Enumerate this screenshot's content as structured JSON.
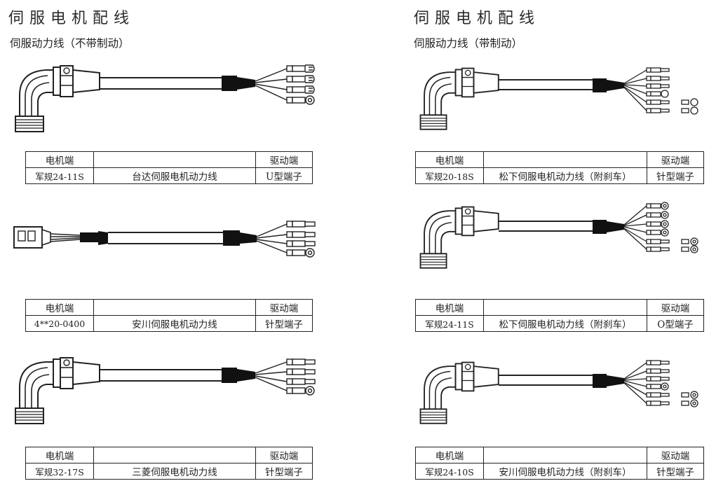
{
  "left": {
    "title": "伺服电机配线",
    "subtitle": "伺服动力线（不带制动）",
    "tables": [
      {
        "header": {
          "motor": "电机端",
          "mid": "",
          "drive": "驱动端"
        },
        "row": {
          "motor": "军规24-11S",
          "name": "台达伺服电机动力线",
          "drive": "U型端子"
        }
      },
      {
        "header": {
          "motor": "电机端",
          "mid": "",
          "drive": "驱动端"
        },
        "row": {
          "motor": "4**20-0400",
          "name": "安川伺服电机动力线",
          "drive": "针型端子"
        }
      },
      {
        "header": {
          "motor": "电机端",
          "mid": "",
          "drive": "驱动端"
        },
        "row": {
          "motor": "军规32-17S",
          "name": "三菱伺服电机动力线",
          "drive": "针型端子"
        }
      }
    ]
  },
  "right": {
    "title": "伺服电机配线",
    "subtitle": "伺服动力线（带制动）",
    "tables": [
      {
        "header": {
          "motor": "电机端",
          "mid": "",
          "drive": "驱动端"
        },
        "row": {
          "motor": "军规20-18S",
          "name": "松下伺服电机动力线（附刹车）",
          "drive": "针型端子"
        }
      },
      {
        "header": {
          "motor": "电机端",
          "mid": "",
          "drive": "驱动端"
        },
        "row": {
          "motor": "军规24-11S",
          "name": "松下伺服电机动力线（附刹车）",
          "drive": "O型端子"
        }
      },
      {
        "header": {
          "motor": "电机端",
          "mid": "",
          "drive": "驱动端"
        },
        "row": {
          "motor": "军规24-10S",
          "name": "安川伺服电机动力线（附刹车）",
          "drive": "针型端子"
        }
      }
    ]
  }
}
